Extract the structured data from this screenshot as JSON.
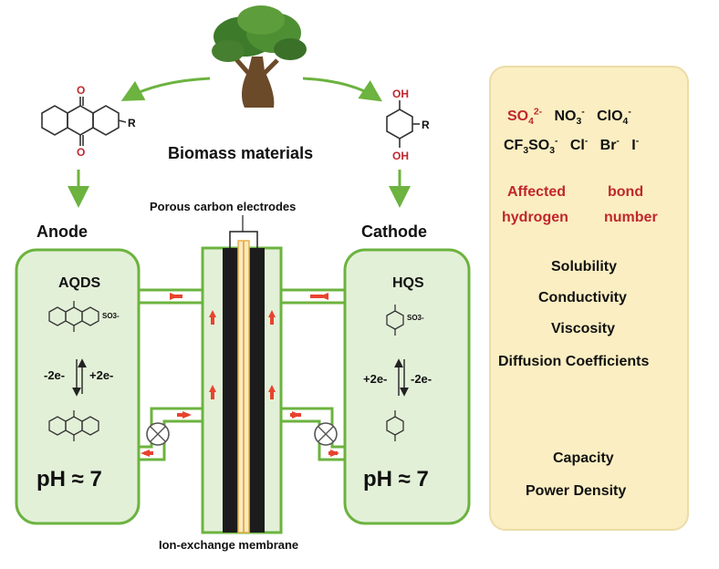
{
  "title": "Biomass materials",
  "electrodes_label": "Porous carbon electrodes",
  "membrane_label": "Ion-exchange membrane",
  "anode": {
    "label": "Anode",
    "species": "AQDS",
    "ox_label": "-2e-",
    "red_label": "+2e-",
    "ph": "pH ≈ 7"
  },
  "cathode": {
    "label": "Cathode",
    "species": "HQS",
    "red_label": "+2e-",
    "ox_label": "-2e-",
    "ph": "pH ≈ 7"
  },
  "structures": {
    "anthraquinone_o_top": "O",
    "anthraquinone_o_bottom": "O",
    "anthraquinone_r": "R",
    "hydroquinone_oh_top": "OH",
    "hydroquinone_oh_bottom": "OH",
    "hydroquinone_r": "R",
    "so3": "SO3-"
  },
  "panel": {
    "anions_row1": [
      "SO4 2-",
      "NO3 -",
      "ClO4 -"
    ],
    "anions_row2": [
      "CF3SO3 -",
      "Cl-",
      "Br-",
      "I-"
    ],
    "affected": "Affected",
    "bond": "bond",
    "hydrogen": "hydrogen",
    "number": "number",
    "properties": [
      "Solubility",
      "Conductivity",
      "Viscosity",
      "Diffusion Coefficients"
    ],
    "outcomes": [
      "Capacity",
      "Power Density"
    ]
  },
  "colors": {
    "green": "#6cb33f",
    "tank_fill": "#e3f0d8",
    "red_text": "#c0272d",
    "panel_fill": "#fbeec2",
    "arrow_blue": "#4a78c8",
    "flow_red": "#e8432e",
    "electrode_black": "#1c1c1c",
    "membrane_gold": "#e8b04a"
  },
  "icons": [
    "tree-icon",
    "pump-icon"
  ]
}
